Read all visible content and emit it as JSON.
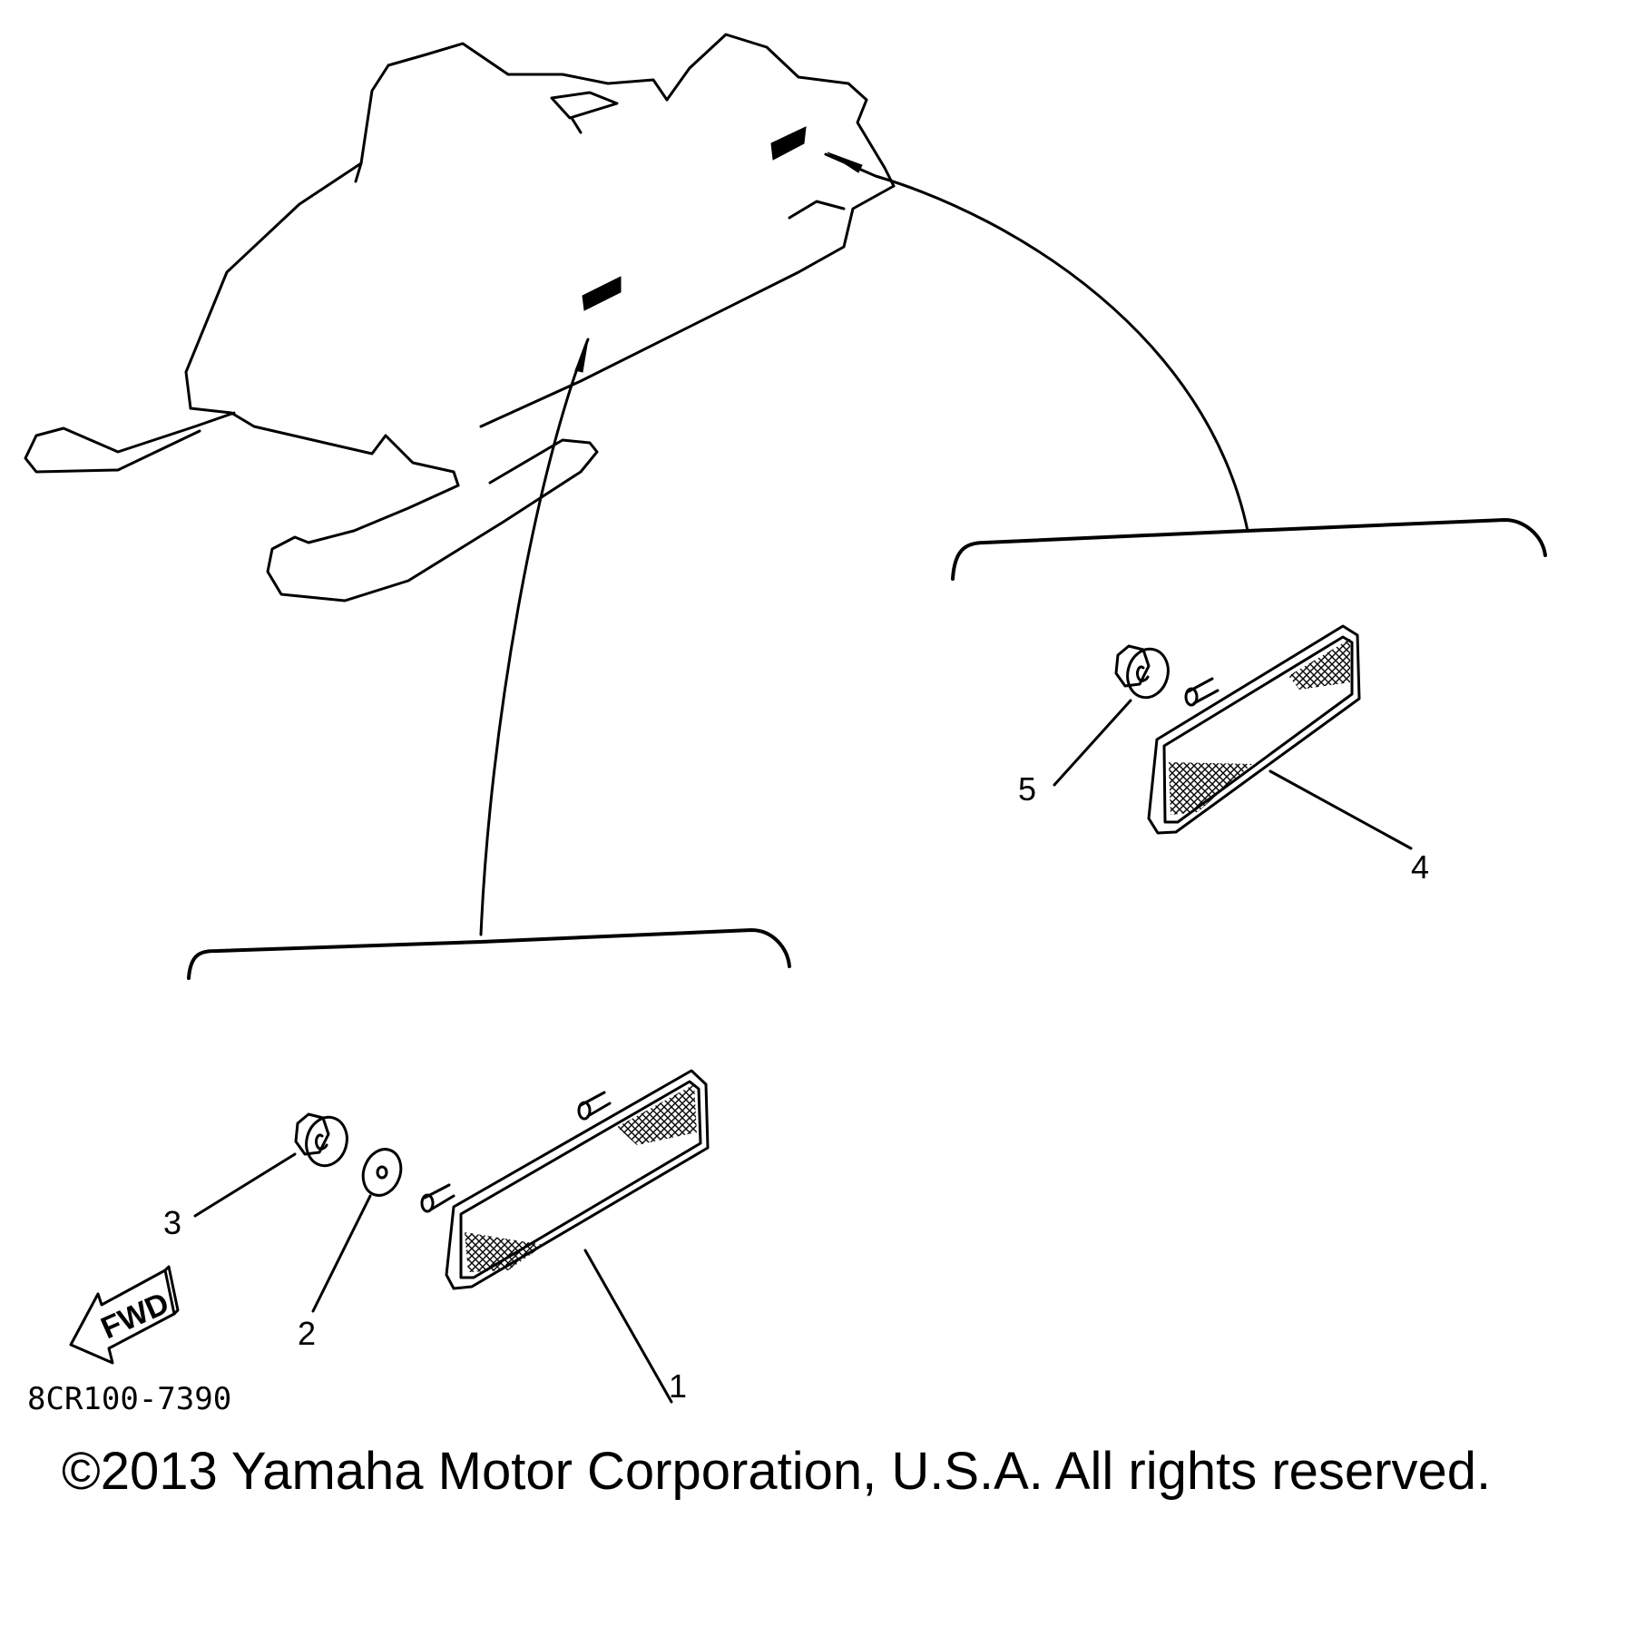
{
  "diagram": {
    "callouts": [
      {
        "num": "1",
        "part": "reflector-front"
      },
      {
        "num": "2",
        "part": "washer"
      },
      {
        "num": "3",
        "part": "nut"
      },
      {
        "num": "4",
        "part": "reflector-rear"
      },
      {
        "num": "5",
        "part": "nut"
      }
    ],
    "fwd_label": "FWD",
    "part_code": "8CR100-7390"
  },
  "footer": {
    "copyright": "©2013 Yamaha Motor Corporation, U.S.A. All rights reserved."
  }
}
